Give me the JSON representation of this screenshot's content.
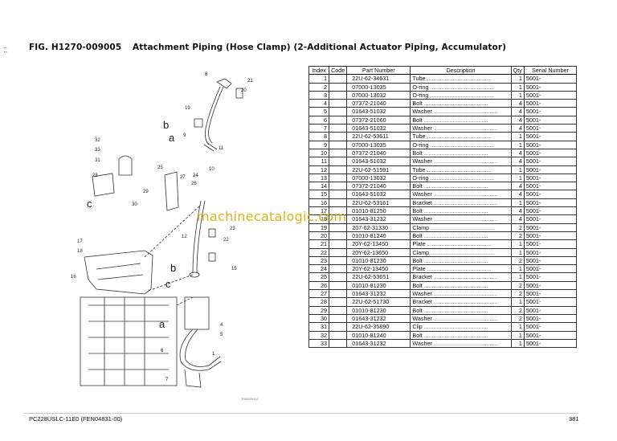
{
  "header": {
    "fig_label": "FIG. H1270-009005",
    "title": "Attachment Piping (Hose Clamp) (2-Additional Actuator Piping, Accumulator)"
  },
  "table": {
    "columns": [
      "Index",
      "Code",
      "Part Number",
      "Description",
      "Qty",
      "Serial Number"
    ],
    "rows": [
      {
        "index": "1",
        "code": "",
        "part": "22U-62-34631",
        "desc": "Tube",
        "qty": "1",
        "serial": "5001-"
      },
      {
        "index": "2",
        "code": "",
        "part": "07000-13035",
        "desc": "O-ring",
        "qty": "1",
        "serial": "5001-"
      },
      {
        "index": "3",
        "code": "",
        "part": "07000-13032",
        "desc": "O-ring",
        "qty": "1",
        "serial": "5001-"
      },
      {
        "index": "4",
        "code": "",
        "part": "07372-21040",
        "desc": "Bolt",
        "qty": "4",
        "serial": "5001-"
      },
      {
        "index": "5",
        "code": "",
        "part": "01643-51032",
        "desc": "Washer",
        "qty": "4",
        "serial": "5001-"
      },
      {
        "index": "6",
        "code": "",
        "part": "07372-21060",
        "desc": "Bolt",
        "qty": "4",
        "serial": "5001-"
      },
      {
        "index": "7",
        "code": "",
        "part": "01643-51032",
        "desc": "Washer",
        "qty": "4",
        "serial": "5001-"
      },
      {
        "index": "8",
        "code": "",
        "part": "22U-62-53611",
        "desc": "Tube",
        "qty": "1",
        "serial": "5001-"
      },
      {
        "index": "9",
        "code": "",
        "part": "07000-13035",
        "desc": "O-ring",
        "qty": "1",
        "serial": "5001-"
      },
      {
        "index": "10",
        "code": "",
        "part": "07372-21040",
        "desc": "Bolt",
        "qty": "4",
        "serial": "5001-"
      },
      {
        "index": "11",
        "code": "",
        "part": "01643-51032",
        "desc": "Washer",
        "qty": "4",
        "serial": "5001-"
      },
      {
        "index": "12",
        "code": "",
        "part": "22U-62-51591",
        "desc": "Tube",
        "qty": "1",
        "serial": "5001-"
      },
      {
        "index": "13",
        "code": "",
        "part": "07000-13032",
        "desc": "O-ring",
        "qty": "1",
        "serial": "5001-"
      },
      {
        "index": "14",
        "code": "",
        "part": "07372-21040",
        "desc": "Bolt",
        "qty": "4",
        "serial": "5001-"
      },
      {
        "index": "15",
        "code": "",
        "part": "01643-51032",
        "desc": "Washer",
        "qty": "4",
        "serial": "5001-"
      },
      {
        "index": "16",
        "code": "",
        "part": "22U-62-53161",
        "desc": "Bracket",
        "qty": "1",
        "serial": "5001-"
      },
      {
        "index": "17",
        "code": "",
        "part": "01010-81250",
        "desc": "Bolt",
        "qty": "4",
        "serial": "5001-"
      },
      {
        "index": "18",
        "code": "",
        "part": "01643-31232",
        "desc": "Washer",
        "qty": "4",
        "serial": "5001-"
      },
      {
        "index": "19",
        "code": "",
        "part": "207-62-31330",
        "desc": "Clamp",
        "qty": "2",
        "serial": "5001-"
      },
      {
        "index": "20",
        "code": "",
        "part": "01010-81240",
        "desc": "Bolt",
        "qty": "2",
        "serial": "5001-"
      },
      {
        "index": "21",
        "code": "",
        "part": "20Y-62-13450",
        "desc": "Plate",
        "qty": "1",
        "serial": "5001-"
      },
      {
        "index": "22",
        "code": "",
        "part": "20Y-62-13650",
        "desc": "Clamp",
        "qty": "1",
        "serial": "5001-"
      },
      {
        "index": "23",
        "code": "",
        "part": "01010-81230",
        "desc": "Bolt",
        "qty": "2",
        "serial": "5001-"
      },
      {
        "index": "24",
        "code": "",
        "part": "20Y-62-13450",
        "desc": "Plate",
        "qty": "1",
        "serial": "5001-"
      },
      {
        "index": "25",
        "code": "",
        "part": "22U-62-53651",
        "desc": "Bracket",
        "qty": "1",
        "serial": "5001-"
      },
      {
        "index": "26",
        "code": "",
        "part": "01010-81230",
        "desc": "Bolt",
        "qty": "2",
        "serial": "5001-"
      },
      {
        "index": "27",
        "code": "",
        "part": "01643-31232",
        "desc": "Washer",
        "qty": "2",
        "serial": "5001-"
      },
      {
        "index": "28",
        "code": "",
        "part": "22U-62-51730",
        "desc": "Bracket",
        "qty": "1",
        "serial": "5001-"
      },
      {
        "index": "29",
        "code": "",
        "part": "01010-81230",
        "desc": "Bolt",
        "qty": "2",
        "serial": "5001-"
      },
      {
        "index": "30",
        "code": "",
        "part": "01643-31232",
        "desc": "Washer",
        "qty": "2",
        "serial": "5001-"
      },
      {
        "index": "31",
        "code": "",
        "part": "22U-62-35890",
        "desc": "Clip",
        "qty": "1",
        "serial": "5001-"
      },
      {
        "index": "32",
        "code": "",
        "part": "01010-81240",
        "desc": "Bolt",
        "qty": "1",
        "serial": "5001-"
      },
      {
        "index": "33",
        "code": "",
        "part": "01643-31232",
        "desc": "Washer",
        "qty": "1",
        "serial": "5001-"
      }
    ]
  },
  "diagram": {
    "callouts": [
      "1",
      "4",
      "5",
      "6",
      "7",
      "8",
      "9",
      "10",
      "11",
      "12",
      "15",
      "16",
      "17",
      "18",
      "19",
      "20",
      "21",
      "22",
      "23",
      "24",
      "25",
      "26",
      "27",
      "28",
      "29",
      "30",
      "31",
      "32",
      "33"
    ],
    "connector_labels": [
      "a",
      "b",
      "c",
      "a",
      "b",
      "c"
    ],
    "drawing_code": "JH0059H14"
  },
  "watermark": "machinecatalogic.com",
  "footer": {
    "left": "PC228USLC-11E0 (FEN04831-00)",
    "page": "381"
  }
}
